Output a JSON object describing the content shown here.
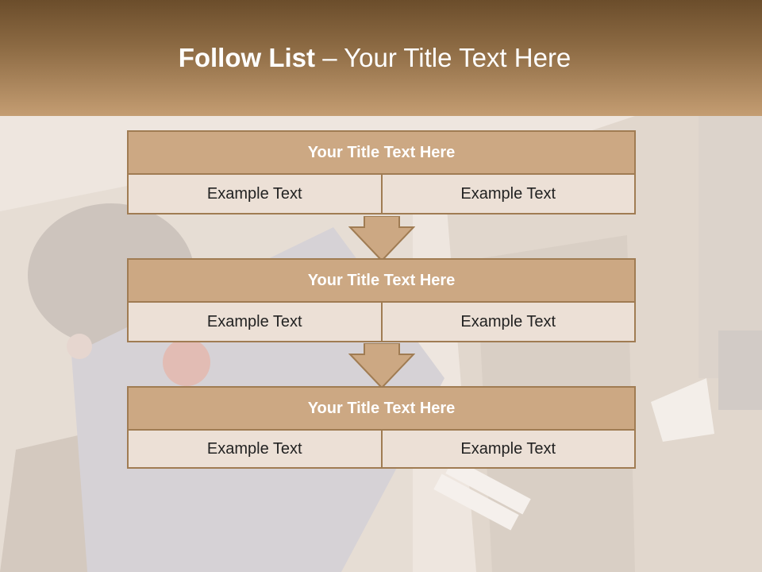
{
  "slide": {
    "title_bold": "Follow List",
    "title_rest": " – Your Title Text Here"
  },
  "blocks": [
    {
      "title": "Your Title Text Here",
      "left": "Example Text",
      "right": "Example Text"
    },
    {
      "title": "Your Title Text Here",
      "left": "Example Text",
      "right": "Example Text"
    },
    {
      "title": "Your Title Text Here",
      "left": "Example Text",
      "right": "Example Text"
    }
  ],
  "colors": {
    "header_dark": "#6b4d2b",
    "header_light": "#c49d72",
    "block_header": "#cca883",
    "block_border": "#a07c53",
    "cell_bg": "#ece0d6"
  }
}
